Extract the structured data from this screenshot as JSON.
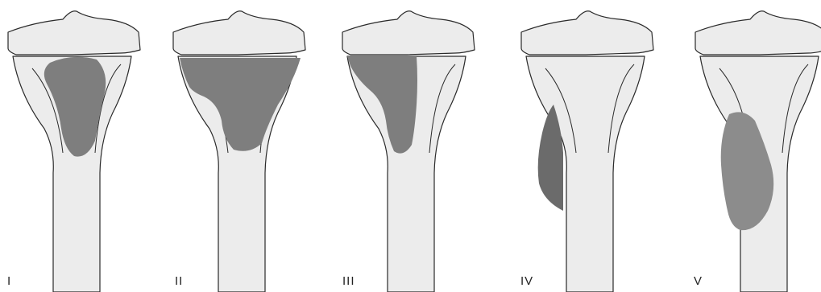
{
  "figure": {
    "panels": [
      {
        "label": "I"
      },
      {
        "label": "II"
      },
      {
        "label": "III"
      },
      {
        "label": "IV"
      },
      {
        "label": "V"
      }
    ],
    "colors": {
      "bone_fill": "#ececec",
      "outline": "#2a2a2a",
      "lesion": "#7e7e7e"
    }
  }
}
